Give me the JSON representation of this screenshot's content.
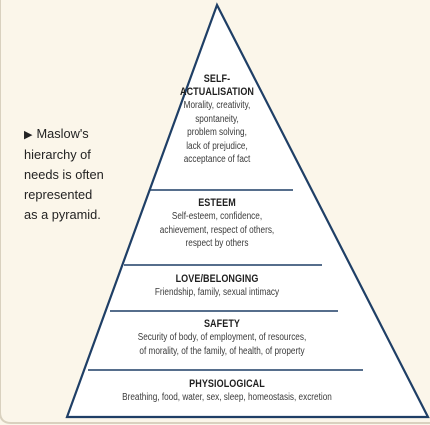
{
  "caption": {
    "arrow_icon": "triangle-right-icon",
    "lines": [
      "Maslow's",
      "hierarchy of",
      "needs is often",
      "represented",
      "as a pyramid."
    ]
  },
  "pyramid": {
    "levels": [
      {
        "id": "self-actualisation",
        "title_lines": [
          "SELF-",
          "ACTUALISATION"
        ],
        "desc_lines": [
          "Morality, creativity,",
          "spontaneity,",
          "problem solving,",
          "lack of prejudice,",
          "acceptance of fact"
        ]
      },
      {
        "id": "esteem",
        "title_lines": [
          "ESTEEM"
        ],
        "desc_lines": [
          "Self-esteem, confidence,",
          "achievement, respect of others,",
          "respect by others"
        ]
      },
      {
        "id": "love-belonging",
        "title_lines": [
          "LOVE/BELONGING"
        ],
        "desc_lines": [
          "Friendship, family, sexual intimacy"
        ]
      },
      {
        "id": "safety",
        "title_lines": [
          "SAFETY"
        ],
        "desc_lines": [
          "Security of body, of employment, of resources,",
          "of morality, of the family, of health, of property"
        ]
      },
      {
        "id": "physiological",
        "title_lines": [
          "PHYSIOLOGICAL"
        ],
        "desc_lines": [
          "Breathing, food, water, sex, sleep, homeostasis, excretion"
        ]
      }
    ]
  },
  "colors": {
    "background": "#fbf6ea",
    "pyramid_fill": "#ffffff",
    "pyramid_line": "#1f3f66",
    "border": "#cfc6b2"
  }
}
